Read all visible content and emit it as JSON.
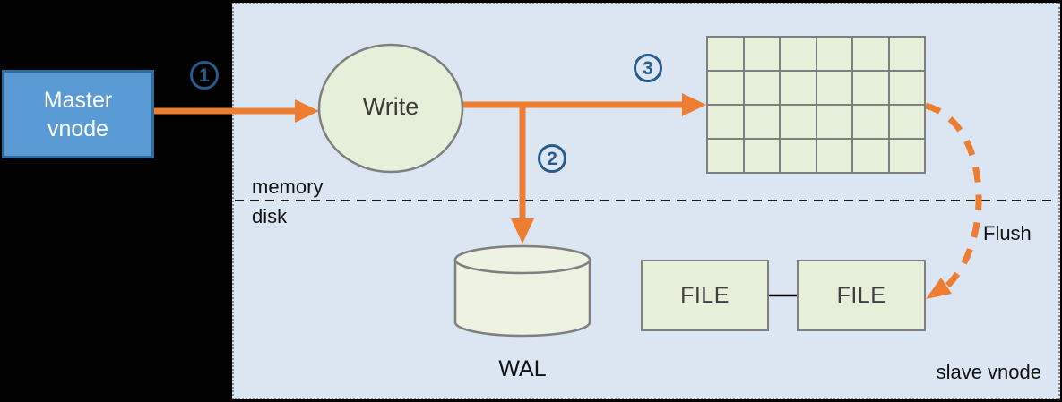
{
  "colors": {
    "background": "#000000",
    "panel_fill": "#DCE6F2",
    "panel_border": "#8A8A8A",
    "arrow_orange": "#ED7D31",
    "node_green_fill": "#E5EFDA",
    "cylinder_fill": "#EDF2E2",
    "node_border_gray": "#7F7F7F",
    "master_fill": "#5B9BD5",
    "master_border": "#2F6D9E",
    "step_badge_blue": "#275B8C",
    "dark_text": "#3A3A3A"
  },
  "master_vnode": {
    "line1": "Master",
    "line2": "vnode"
  },
  "steps": {
    "step1": "1",
    "step2": "2",
    "step3": "3"
  },
  "write": {
    "label": "Write"
  },
  "memtable": {
    "rows": 4,
    "cols": 6
  },
  "divider": {
    "above_label": "memory",
    "below_label": "disk"
  },
  "wal": {
    "label": "WAL"
  },
  "files": {
    "left_label": "FILE",
    "right_label": "FILE"
  },
  "flush": {
    "label": "Flush"
  },
  "panel": {
    "label": "slave vnode"
  }
}
